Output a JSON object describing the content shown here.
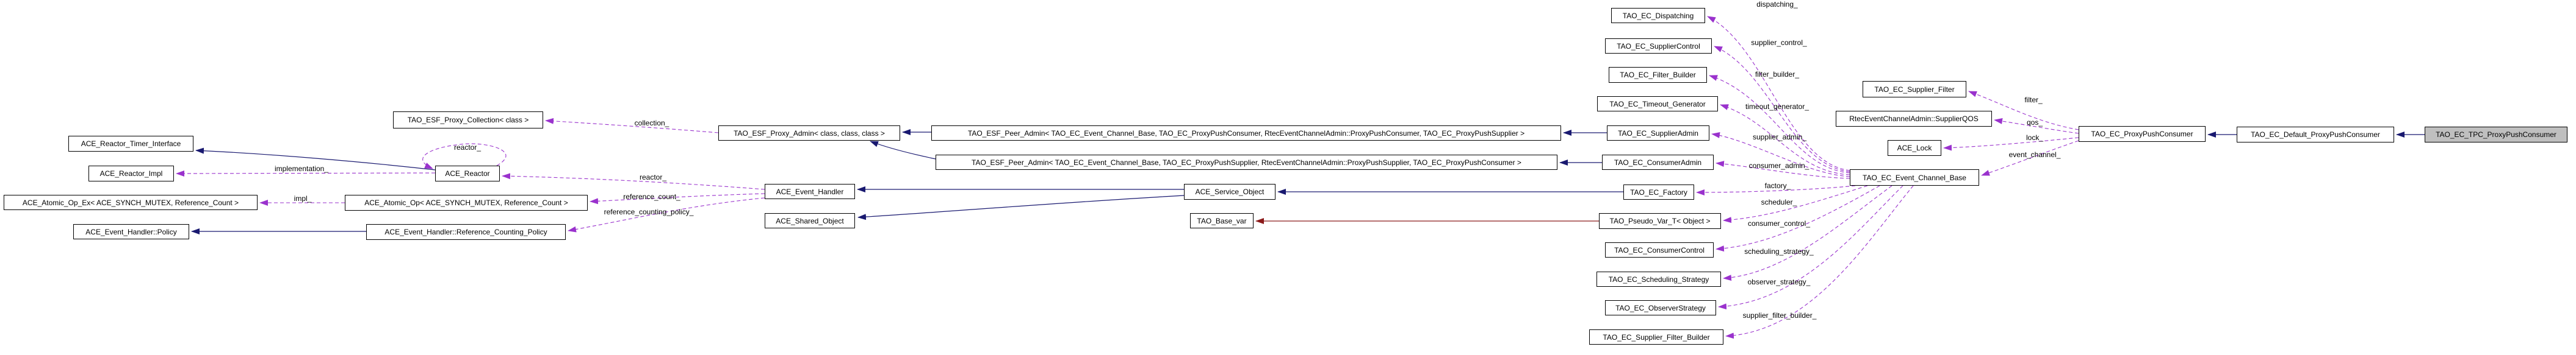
{
  "diagram": {
    "kind": "doxygen-collaboration-graph",
    "focus_class": "TAO_EC_TPC_ProxyPushConsumer",
    "colors": {
      "inheritance_edge": "#191970",
      "private_inheritance_edge": "#8b1a1a",
      "usage_edge": "#9a32cd",
      "node_border": "#000000",
      "node_fill": "#ffffff",
      "focus_node_fill": "#bfbfbf",
      "background": "#ffffff"
    },
    "nodes": [
      {
        "id": "ace-reactor-timer-interface",
        "label": "ACE_Reactor_Timer_Interface"
      },
      {
        "id": "ace-reactor-impl",
        "label": "ACE_Reactor_Impl"
      },
      {
        "id": "ace-atomic-op-ex",
        "label": "ACE_Atomic_Op_Ex< ACE_SYNCH_MUTEX, Reference_Count >"
      },
      {
        "id": "ace-event-handler-policy",
        "label": "ACE_Event_Handler::Policy"
      },
      {
        "id": "tao-esf-proxy-collection",
        "label": "TAO_ESF_Proxy_Collection< class >"
      },
      {
        "id": "ace-reactor",
        "label": "ACE_Reactor"
      },
      {
        "id": "ace-atomic-op",
        "label": "ACE_Atomic_Op< ACE_SYNCH_MUTEX, Reference_Count >"
      },
      {
        "id": "ace-event-handler-reference-counting-policy",
        "label": "ACE_Event_Handler::Reference_Counting_Policy"
      },
      {
        "id": "tao-esf-proxy-admin",
        "label": "TAO_ESF_Proxy_Admin< class, class, class >"
      },
      {
        "id": "ace-event-handler",
        "label": "ACE_Event_Handler"
      },
      {
        "id": "ace-shared-object",
        "label": "ACE_Shared_Object"
      },
      {
        "id": "tao-esf-peer-admin-consumer",
        "label": "TAO_ESF_Peer_Admin< TAO_EC_Event_Channel_Base, TAO_EC_ProxyPushConsumer, RtecEventChannelAdmin::ProxyPushConsumer, TAO_EC_ProxyPushSupplier >"
      },
      {
        "id": "tao-esf-peer-admin-supplier",
        "label": "TAO_ESF_Peer_Admin< TAO_EC_Event_Channel_Base, TAO_EC_ProxyPushSupplier, RtecEventChannelAdmin::ProxyPushSupplier, TAO_EC_ProxyPushConsumer >"
      },
      {
        "id": "ace-service-object",
        "label": "ACE_Service_Object"
      },
      {
        "id": "tao-base-var",
        "label": "TAO_Base_var"
      },
      {
        "id": "tao-ec-dispatching",
        "label": "TAO_EC_Dispatching"
      },
      {
        "id": "tao-ec-suppliercontrol",
        "label": "TAO_EC_SupplierControl"
      },
      {
        "id": "tao-ec-filter-builder",
        "label": "TAO_EC_Filter_Builder"
      },
      {
        "id": "tao-ec-timeout-generator",
        "label": "TAO_EC_Timeout_Generator"
      },
      {
        "id": "tao-ec-supplieradmin",
        "label": "TAO_EC_SupplierAdmin"
      },
      {
        "id": "tao-ec-consumeradmin",
        "label": "TAO_EC_ConsumerAdmin"
      },
      {
        "id": "tao-ec-factory",
        "label": "TAO_EC_Factory"
      },
      {
        "id": "tao-pseudo-var-t-object",
        "label": "TAO_Pseudo_Var_T< Object >"
      },
      {
        "id": "tao-ec-consumercontrol",
        "label": "TAO_EC_ConsumerControl"
      },
      {
        "id": "tao-ec-scheduling-strategy",
        "label": "TAO_EC_Scheduling_Strategy"
      },
      {
        "id": "tao-ec-observerstrategy",
        "label": "TAO_EC_ObserverStrategy"
      },
      {
        "id": "tao-ec-supplier-filter-builder",
        "label": "TAO_EC_Supplier_Filter_Builder"
      },
      {
        "id": "tao-ec-supplier-filter",
        "label": "TAO_EC_Supplier_Filter"
      },
      {
        "id": "rtec-eventchanneladmin-supplierqos",
        "label": "RtecEventChannelAdmin::SupplierQOS"
      },
      {
        "id": "ace-lock",
        "label": "ACE_Lock"
      },
      {
        "id": "tao-ec-event-channel-base",
        "label": "TAO_EC_Event_Channel_Base"
      },
      {
        "id": "tao-ec-proxypushconsumer",
        "label": "TAO_EC_ProxyPushConsumer"
      },
      {
        "id": "tao-ec-default-proxypushconsumer",
        "label": "TAO_EC_Default_ProxyPushConsumer"
      },
      {
        "id": "tao-ec-tpc-proxypushconsumer",
        "label": "TAO_EC_TPC_ProxyPushConsumer"
      }
    ],
    "edges": [
      {
        "from": "ace-reactor",
        "to": "ace-reactor-timer-interface",
        "type": "inheritance",
        "label": ""
      },
      {
        "from": "ace-event-handler-reference-counting-policy",
        "to": "ace-event-handler-policy",
        "type": "inheritance",
        "label": ""
      },
      {
        "from": "ace-service-object",
        "to": "ace-event-handler",
        "type": "inheritance",
        "label": ""
      },
      {
        "from": "ace-service-object",
        "to": "ace-shared-object",
        "type": "inheritance",
        "label": ""
      },
      {
        "from": "tao-ec-factory",
        "to": "ace-service-object",
        "type": "inheritance",
        "label": ""
      },
      {
        "from": "tao-esf-peer-admin-consumer",
        "to": "tao-esf-proxy-admin",
        "type": "inheritance",
        "label": ""
      },
      {
        "from": "tao-esf-peer-admin-supplier",
        "to": "tao-esf-proxy-admin",
        "type": "inheritance",
        "label": ""
      },
      {
        "from": "tao-ec-supplieradmin",
        "to": "tao-esf-peer-admin-consumer",
        "type": "inheritance",
        "label": ""
      },
      {
        "from": "tao-ec-consumeradmin",
        "to": "tao-esf-peer-admin-supplier",
        "type": "inheritance",
        "label": ""
      },
      {
        "from": "tao-ec-default-proxypushconsumer",
        "to": "tao-ec-proxypushconsumer",
        "type": "inheritance",
        "label": ""
      },
      {
        "from": "tao-ec-tpc-proxypushconsumer",
        "to": "tao-ec-default-proxypushconsumer",
        "type": "inheritance",
        "label": ""
      },
      {
        "from": "tao-pseudo-var-t-object",
        "to": "tao-base-var",
        "type": "private-inheritance",
        "label": ""
      },
      {
        "from": "tao-esf-proxy-admin",
        "to": "tao-esf-proxy-collection",
        "type": "usage",
        "label": "collection_"
      },
      {
        "from": "ace-reactor",
        "to": "ace-reactor",
        "type": "usage",
        "label": "reactor_"
      },
      {
        "from": "ace-event-handler",
        "to": "ace-reactor",
        "type": "usage",
        "label": "reactor_"
      },
      {
        "from": "ace-event-handler",
        "to": "ace-atomic-op",
        "type": "usage",
        "label": "reference_count_"
      },
      {
        "from": "ace-event-handler",
        "to": "ace-event-handler-reference-counting-policy",
        "type": "usage",
        "label": "reference_counting_policy_"
      },
      {
        "from": "ace-atomic-op",
        "to": "ace-atomic-op-ex",
        "type": "usage",
        "label": "impl_"
      },
      {
        "from": "ace-reactor",
        "to": "ace-reactor-impl",
        "type": "usage",
        "label": "implementation_"
      },
      {
        "from": "tao-ec-proxypushconsumer",
        "to": "tao-ec-supplier-filter",
        "type": "usage",
        "label": "filter_"
      },
      {
        "from": "tao-ec-proxypushconsumer",
        "to": "rtec-eventchanneladmin-supplierqos",
        "type": "usage",
        "label": "qos_"
      },
      {
        "from": "tao-ec-proxypushconsumer",
        "to": "ace-lock",
        "type": "usage",
        "label": "lock_"
      },
      {
        "from": "tao-ec-proxypushconsumer",
        "to": "tao-ec-event-channel-base",
        "type": "usage",
        "label": "event_channel_"
      },
      {
        "from": "tao-ec-event-channel-base",
        "to": "tao-ec-dispatching",
        "type": "usage",
        "label": "dispatching_"
      },
      {
        "from": "tao-ec-event-channel-base",
        "to": "tao-ec-suppliercontrol",
        "type": "usage",
        "label": "supplier_control_"
      },
      {
        "from": "tao-ec-event-channel-base",
        "to": "tao-ec-filter-builder",
        "type": "usage",
        "label": "filter_builder_"
      },
      {
        "from": "tao-ec-event-channel-base",
        "to": "tao-ec-timeout-generator",
        "type": "usage",
        "label": "timeout_generator_"
      },
      {
        "from": "tao-ec-event-channel-base",
        "to": "tao-ec-supplieradmin",
        "type": "usage",
        "label": "supplier_admin_"
      },
      {
        "from": "tao-ec-event-channel-base",
        "to": "tao-ec-consumeradmin",
        "type": "usage",
        "label": "consumer_admin_"
      },
      {
        "from": "tao-ec-event-channel-base",
        "to": "tao-ec-factory",
        "type": "usage",
        "label": "factory_"
      },
      {
        "from": "tao-ec-event-channel-base",
        "to": "tao-pseudo-var-t-object",
        "type": "usage",
        "label": "scheduler_"
      },
      {
        "from": "tao-ec-event-channel-base",
        "to": "tao-ec-consumercontrol",
        "type": "usage",
        "label": "consumer_control_"
      },
      {
        "from": "tao-ec-event-channel-base",
        "to": "tao-ec-scheduling-strategy",
        "type": "usage",
        "label": "scheduling_strategy_"
      },
      {
        "from": "tao-ec-event-channel-base",
        "to": "tao-ec-observerstrategy",
        "type": "usage",
        "label": "observer_strategy_"
      },
      {
        "from": "tao-ec-event-channel-base",
        "to": "tao-ec-supplier-filter-builder",
        "type": "usage",
        "label": "supplier_filter_builder_"
      }
    ]
  }
}
